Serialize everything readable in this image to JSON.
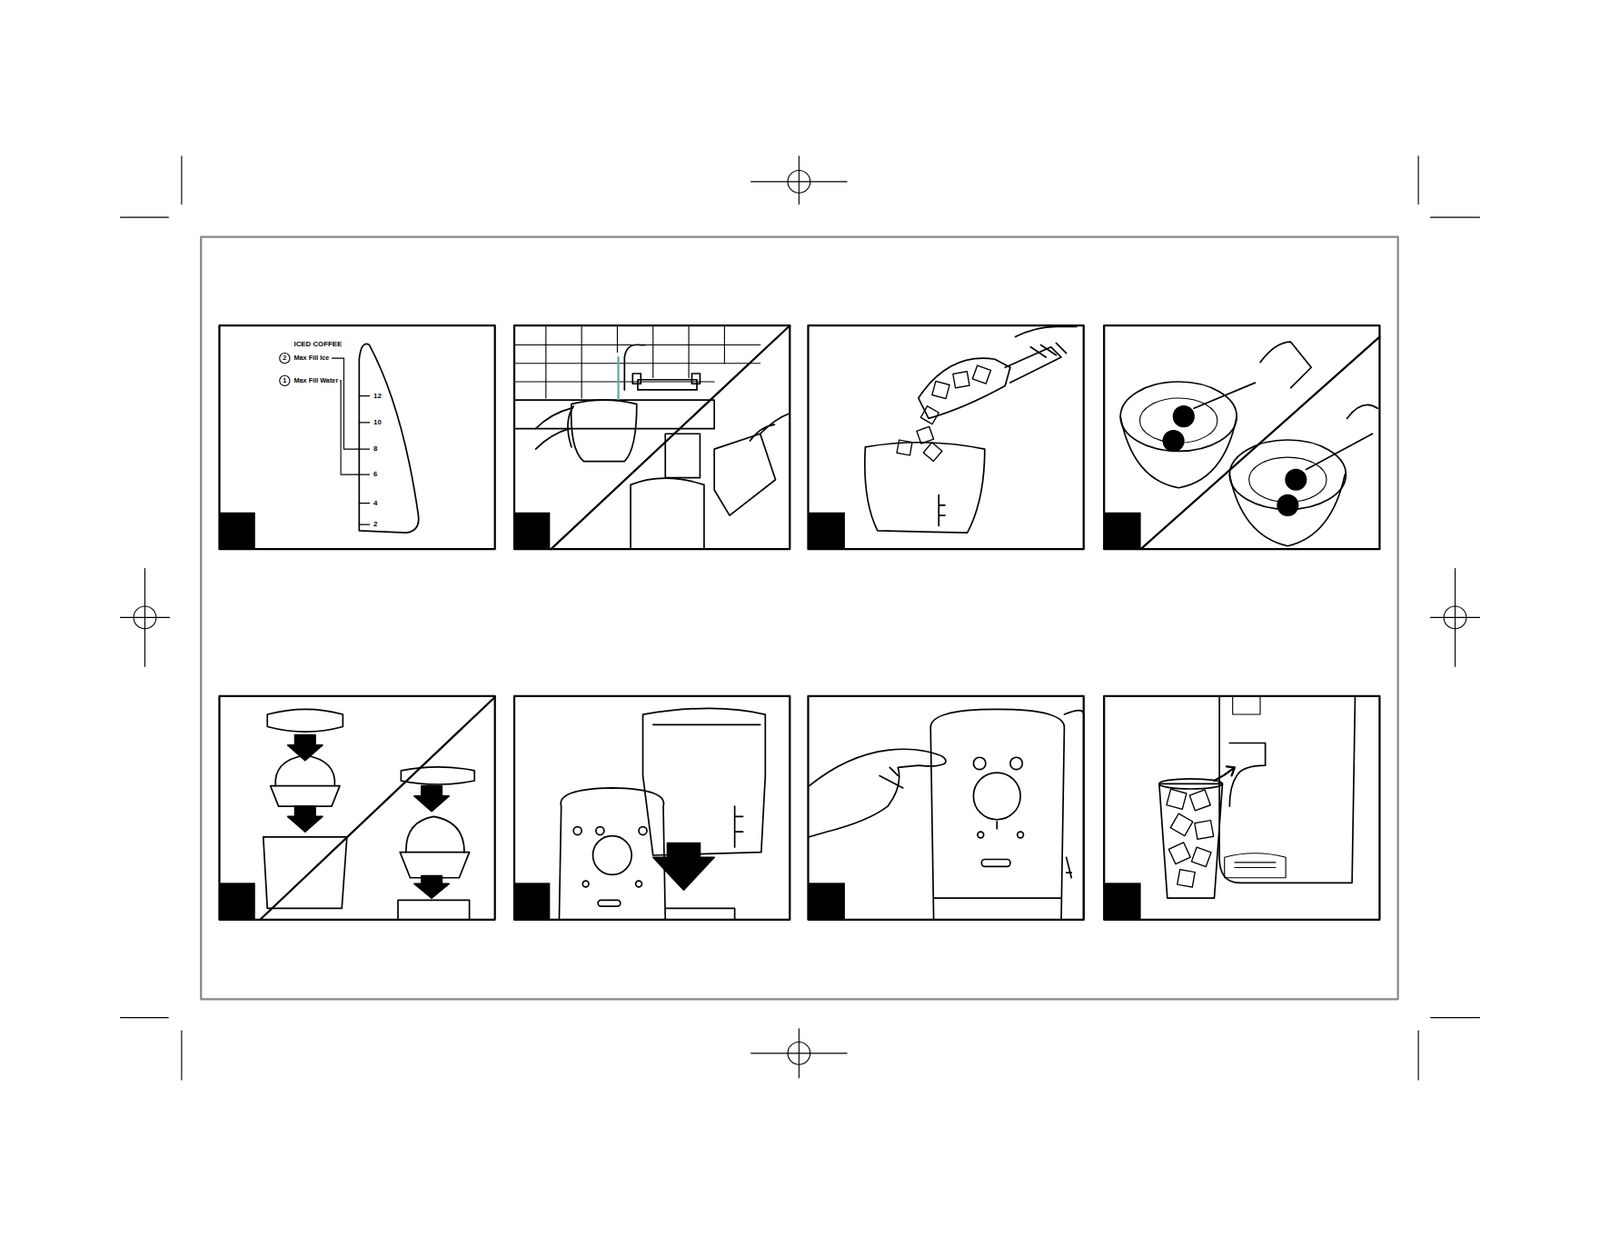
{
  "diagram": {
    "labels": [
      "ICED COFFEE",
      "2",
      "Max Fill Ice",
      "1",
      "Max Fill Water",
      "12",
      "10",
      "8",
      "6",
      "4",
      "2"
    ]
  }
}
